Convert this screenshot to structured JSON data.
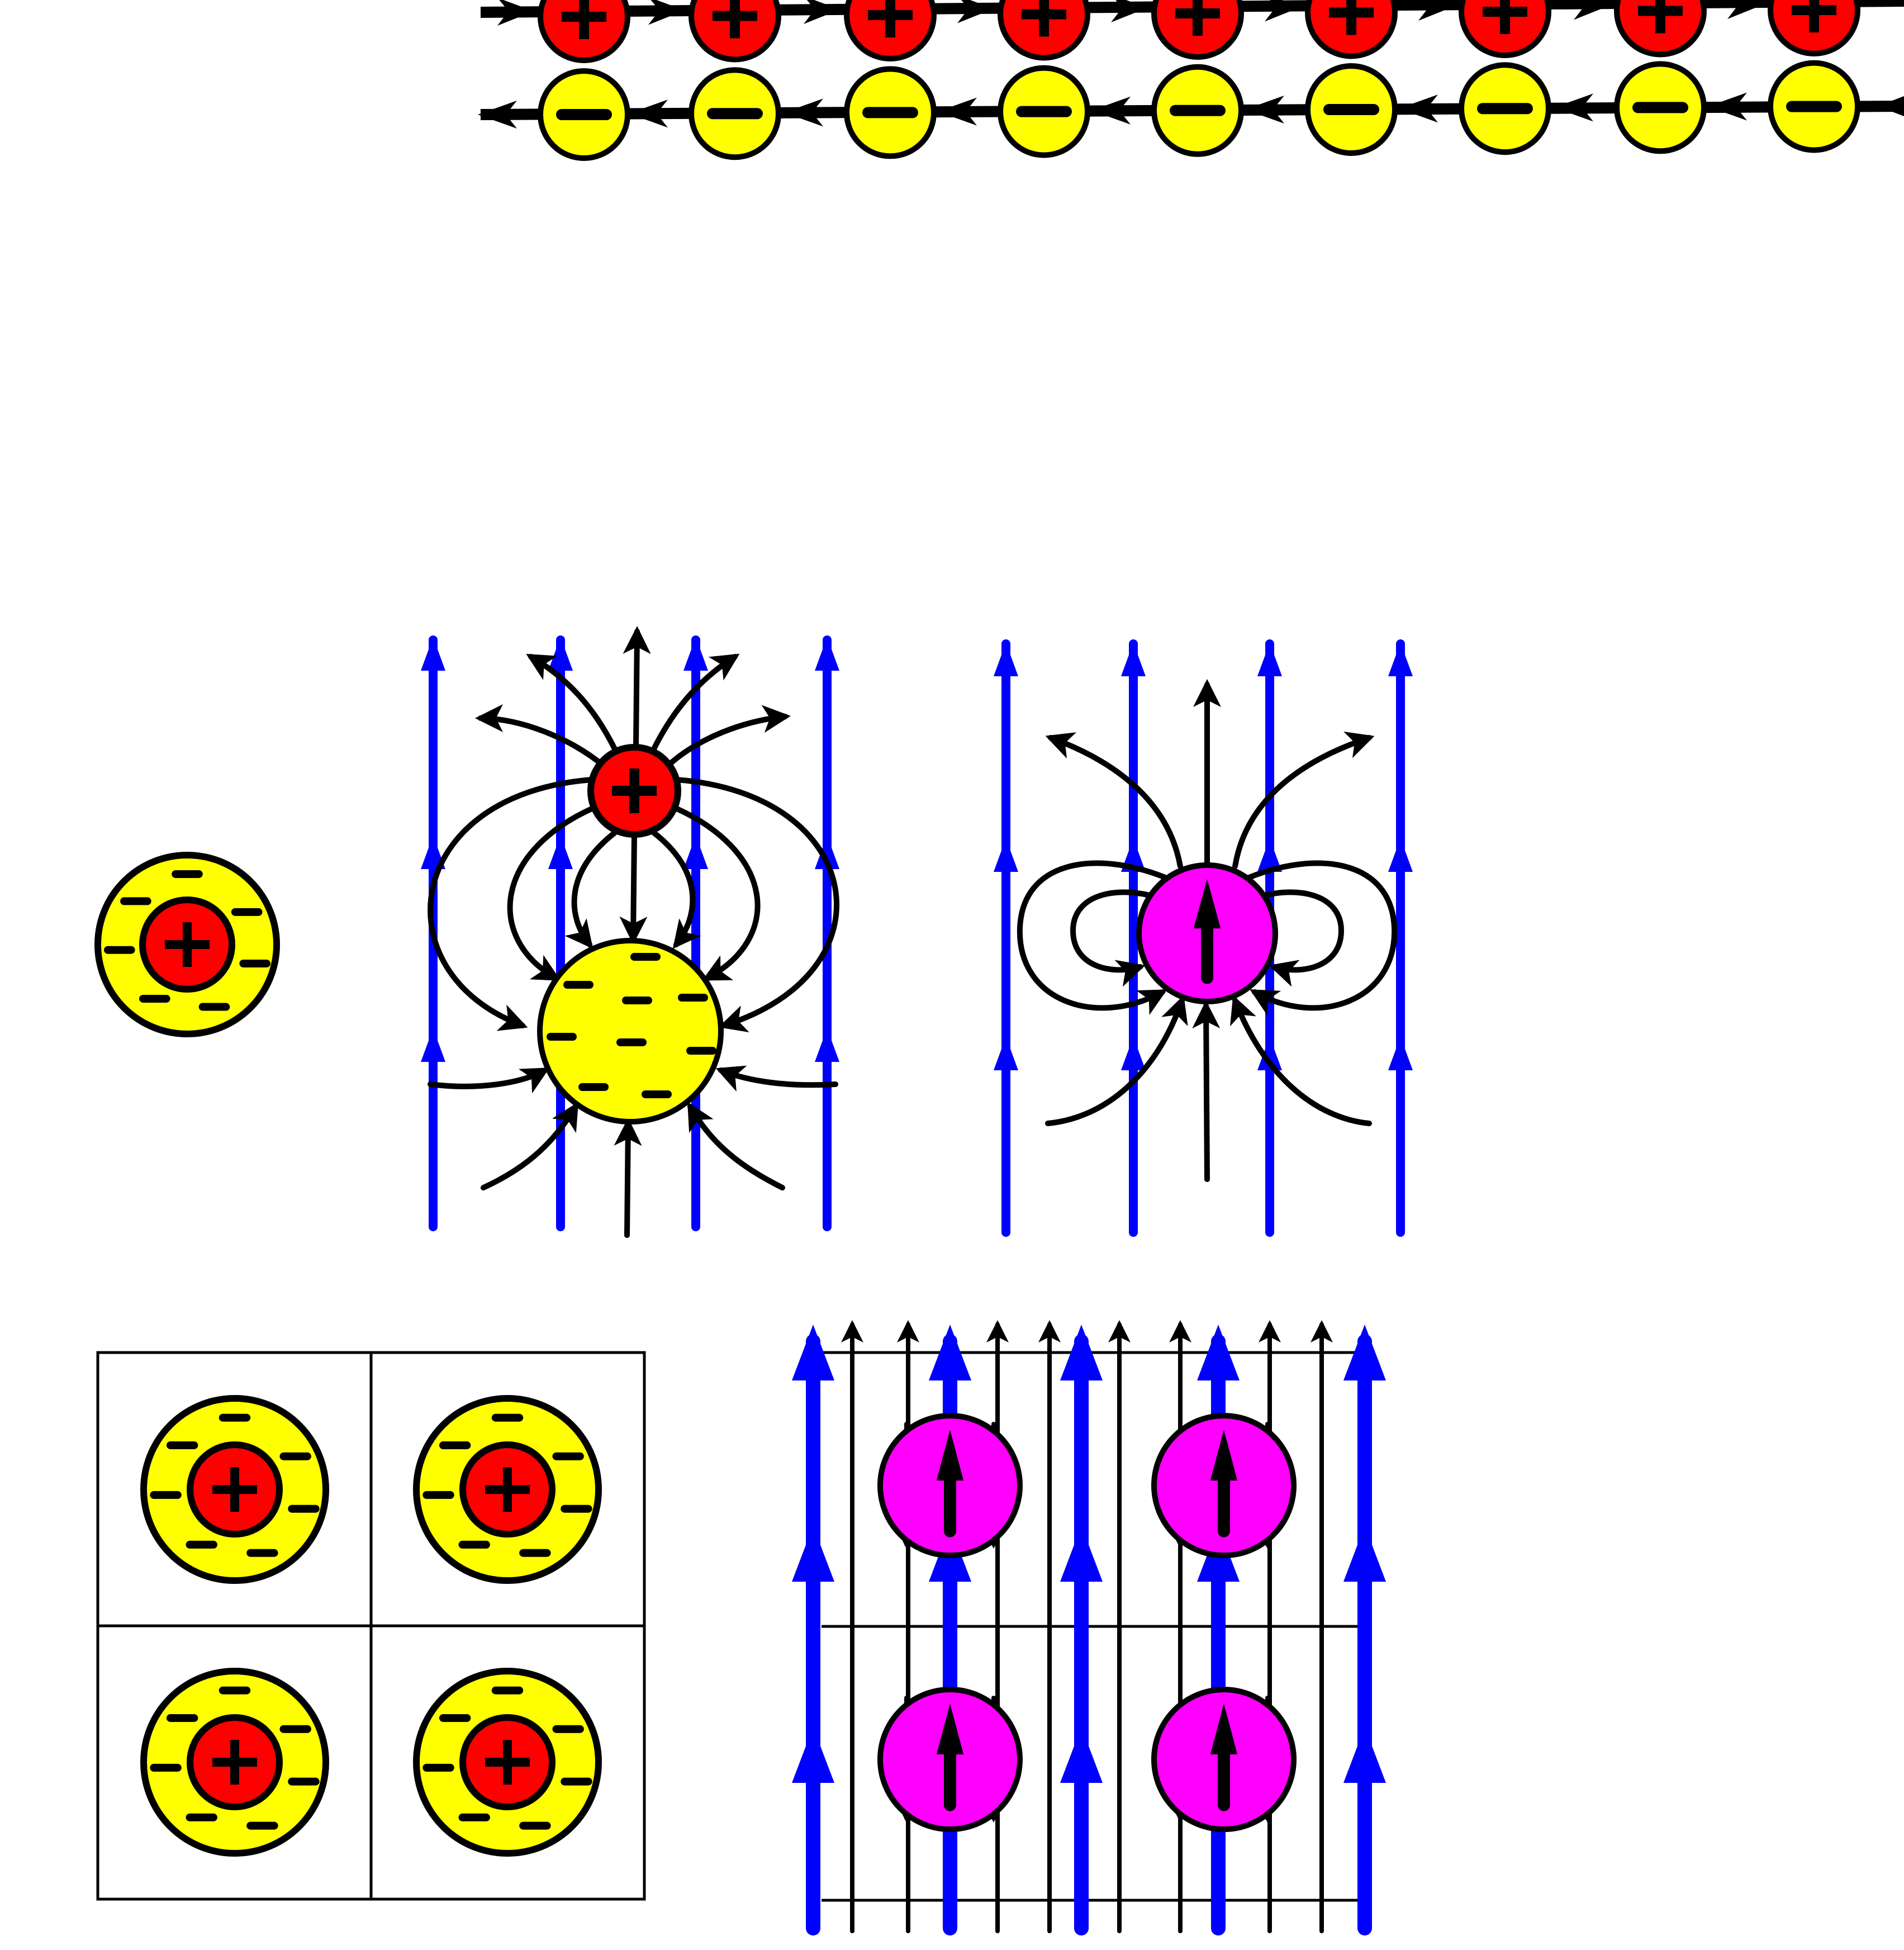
{
  "colors": {
    "positive_fill": "#ff0000",
    "electron_fill": "#ffff00",
    "dipole_fill": "#ff00ff",
    "field_line": "#0000ff",
    "stroke": "#000000",
    "background": "#ffffff"
  },
  "icons": [
    "plus-sign-icon",
    "minus-sign-icon",
    "arrow-icon"
  ],
  "panels": [
    "charge-row-top",
    "charge-row-bottom",
    "single-atom",
    "polarized-atom-in-field",
    "magnetic-dipole-in-field",
    "atom-lattice-grid",
    "dipole-lattice-grid"
  ]
}
